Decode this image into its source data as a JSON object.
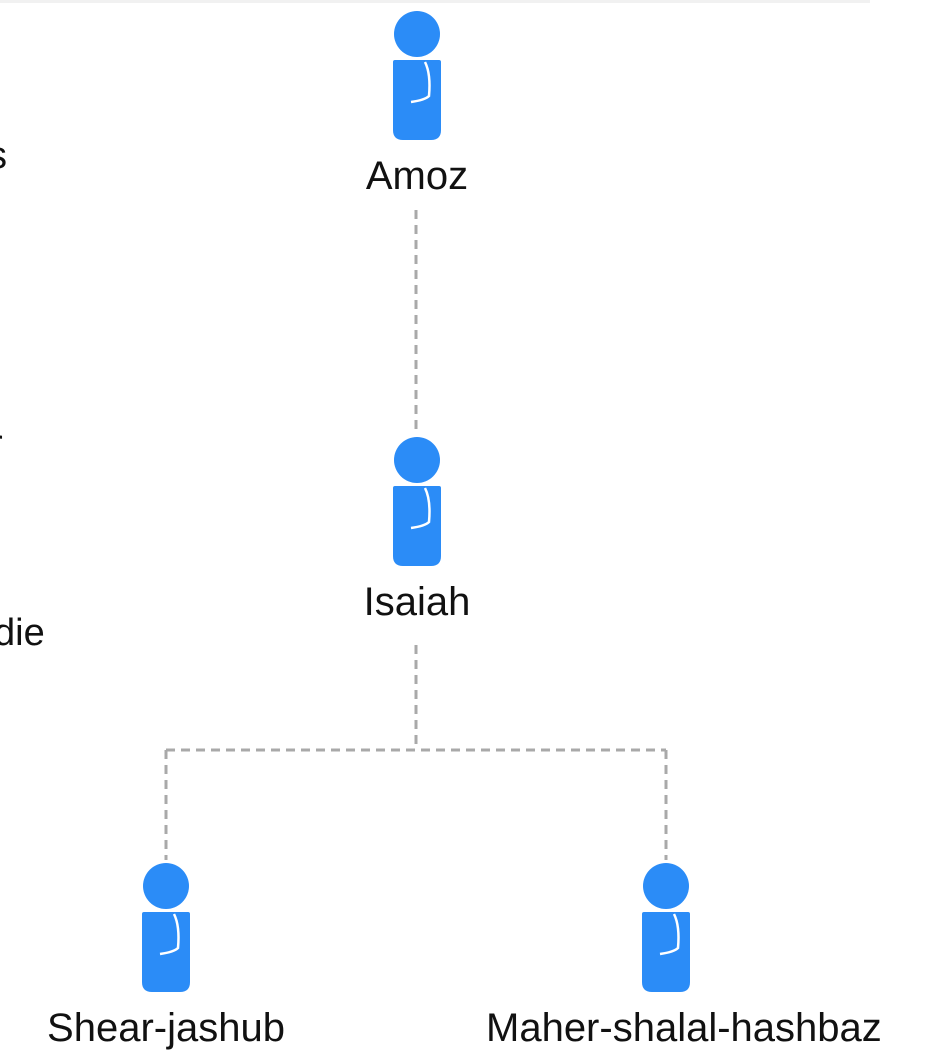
{
  "side_fragments": [
    "s",
    "r",
    "die"
  ],
  "people": {
    "amoz": {
      "name": "Amoz"
    },
    "isaiah": {
      "name": "Isaiah"
    },
    "shear_jashub": {
      "name": "Shear-jashub"
    },
    "maher": {
      "name": "Maher-shalal-hashbaz"
    }
  },
  "relations": [
    {
      "parent": "Amoz",
      "child": "Isaiah"
    },
    {
      "parent": "Isaiah",
      "child": "Shear-jashub"
    },
    {
      "parent": "Isaiah",
      "child": "Maher-shalal-hashbaz"
    }
  ],
  "colors": {
    "icon_blue": "#2b8cf7",
    "icon_blue_dark": "#1e6fe8",
    "connector": "#a9a9a9"
  },
  "icon": "person-icon"
}
